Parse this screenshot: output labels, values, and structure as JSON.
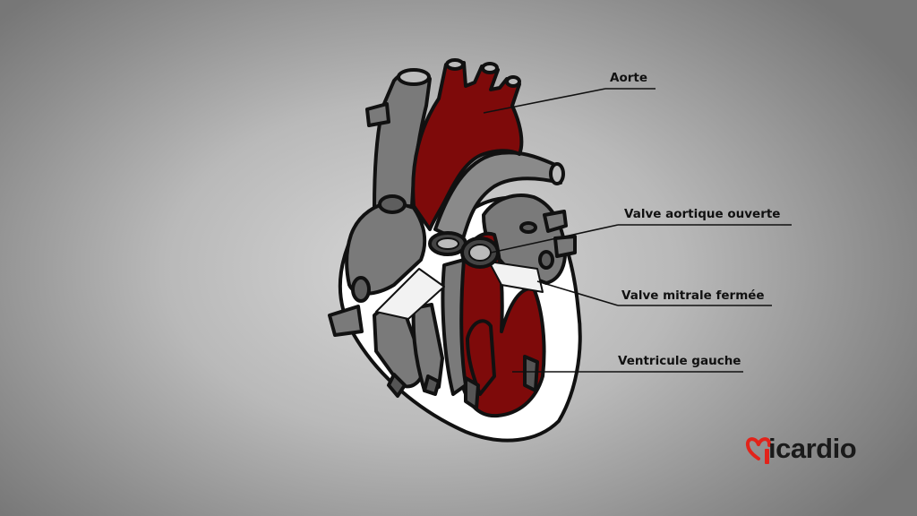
{
  "labels": {
    "aorta": "Aorte",
    "aortic_valve": "Valve aortique ouverte",
    "mitral_valve": "Valve mitrale fermée",
    "left_ventricle": "Ventricule gauche"
  },
  "logo": {
    "text": "icardio",
    "accent_color": "#e2231a"
  },
  "colors": {
    "oxygenated_blood": "#7e0a0a",
    "deoxygenated_structures": "#7a7a7a",
    "heart_wall": "#ffffff",
    "outline": "#111111",
    "background": "#bdbdbd"
  }
}
